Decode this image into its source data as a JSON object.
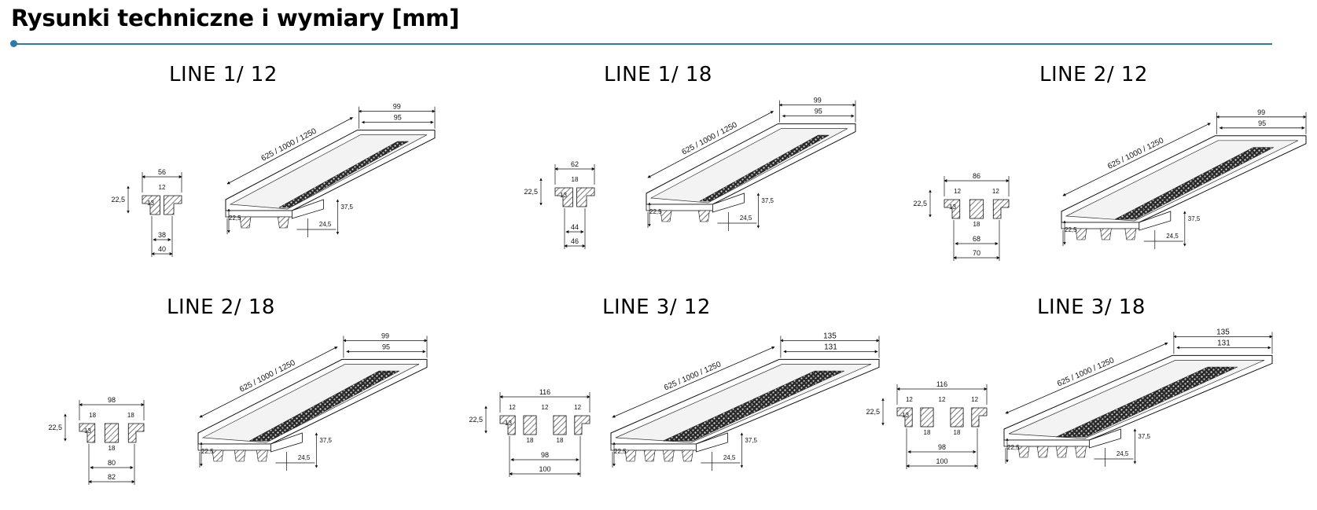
{
  "page": {
    "title": "Rysunki techniczne i wymiary [mm]",
    "accent_color": "#2a7ba8"
  },
  "panels": [
    {
      "id": "line-1-12",
      "title": "LINE 1/ 12",
      "slots": 1,
      "slot_width": "12",
      "section": {
        "top_width": "56",
        "inner_bottom": "38",
        "outer_bottom": "40",
        "height": "22,5",
        "depth": "13",
        "gaps": [
          "12"
        ]
      },
      "grate": {
        "lengths": "625 / 1000 / 1250",
        "outer_width": "99",
        "inner_width": "95",
        "edge_height": "22,5",
        "base_height": "24,5",
        "total_height": "37,5"
      }
    },
    {
      "id": "line-1-18",
      "title": "LINE 1/ 18",
      "slots": 1,
      "slot_width": "18",
      "section": {
        "top_width": "62",
        "inner_bottom": "44",
        "outer_bottom": "46",
        "height": "22,5",
        "depth": "13",
        "gaps": [
          "18"
        ]
      },
      "grate": {
        "lengths": "625 / 1000 / 1250",
        "outer_width": "99",
        "inner_width": "95",
        "edge_height": "22,5",
        "base_height": "24,5",
        "total_height": "37,5"
      }
    },
    {
      "id": "line-2-12",
      "title": "LINE 2/ 12",
      "slots": 2,
      "slot_width": "12",
      "section": {
        "top_width": "86",
        "inner_bottom": "68",
        "outer_bottom": "70",
        "height": "22,5",
        "depth": "13",
        "gaps": [
          "12",
          "12"
        ],
        "rib": "18"
      },
      "grate": {
        "lengths": "625 / 1000 / 1250",
        "outer_width": "99",
        "inner_width": "95",
        "edge_height": "22,5",
        "base_height": "24,5",
        "total_height": "37,5"
      }
    },
    {
      "id": "line-2-18",
      "title": "LINE 2/ 18",
      "slots": 2,
      "slot_width": "18",
      "section": {
        "top_width": "98",
        "inner_bottom": "80",
        "outer_bottom": "82",
        "height": "22,5",
        "depth": "13",
        "gaps": [
          "18",
          "18"
        ],
        "rib": "18"
      },
      "grate": {
        "lengths": "625 / 1000 / 1250",
        "outer_width": "99",
        "inner_width": "95",
        "edge_height": "22,5",
        "base_height": "24,5",
        "total_height": "37,5"
      }
    },
    {
      "id": "line-3-12",
      "title": "LINE 3/ 12",
      "slots": 3,
      "slot_width": "12",
      "section": {
        "top_width": "116",
        "inner_bottom": "98",
        "outer_bottom": "100",
        "height": "22,5",
        "depth": "13",
        "gaps": [
          "12",
          "12",
          "12"
        ],
        "ribs": [
          "18",
          "18"
        ]
      },
      "grate": {
        "lengths": "625 / 1000 / 1250",
        "outer_width": "135",
        "inner_width": "131",
        "edge_height": "22,5",
        "base_height": "24,5",
        "total_height": "37,5"
      }
    },
    {
      "id": "line-3-18",
      "title": "LINE 3/ 18",
      "slots": 3,
      "slot_width": "12",
      "section": {
        "top_width": "116",
        "inner_bottom": "98",
        "outer_bottom": "100",
        "height": "22,5",
        "depth": "13",
        "gaps": [
          "12",
          "12",
          "12"
        ],
        "ribs": [
          "18",
          "18"
        ]
      },
      "grate": {
        "lengths": "625 / 1000 / 1250",
        "outer_width": "135",
        "inner_width": "131",
        "edge_height": "22,5",
        "base_height": "24,5",
        "total_height": "37,5"
      }
    }
  ]
}
